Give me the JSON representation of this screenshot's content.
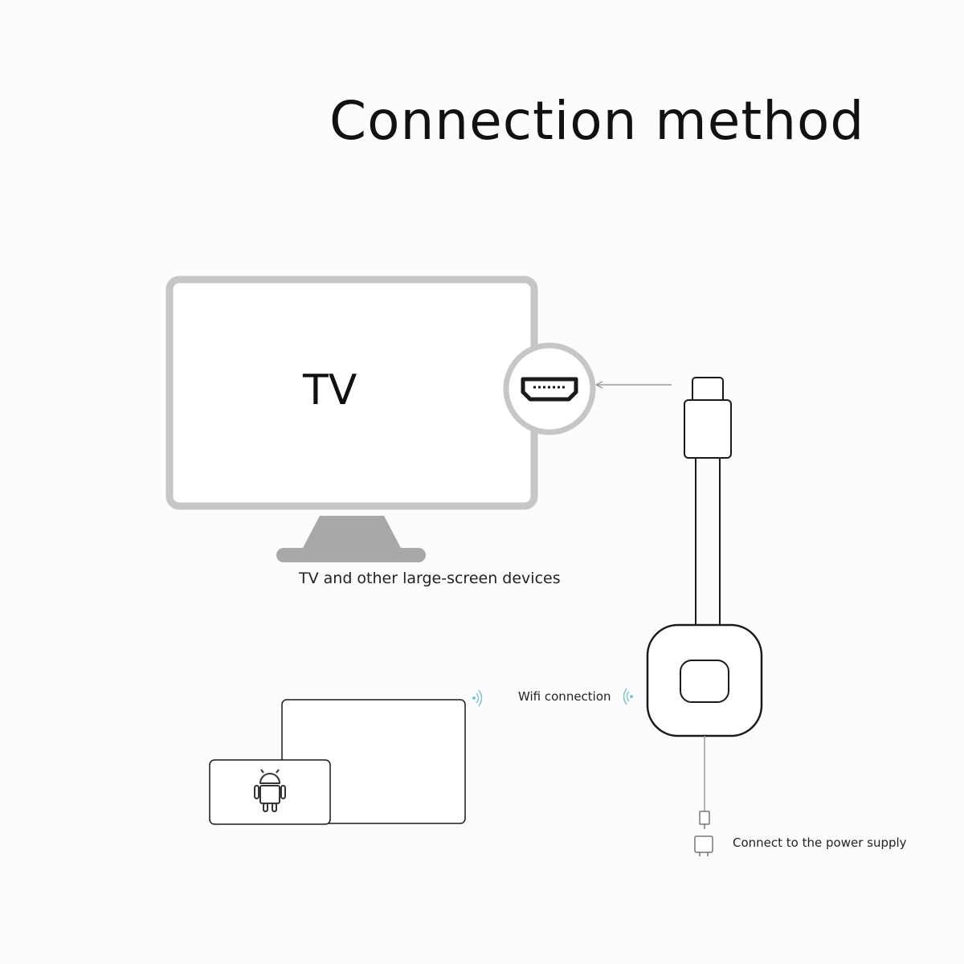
{
  "title": "Connection method",
  "tv": {
    "label": "TV",
    "caption": "TV and other large-screen devices"
  },
  "dongle": {
    "wifi_caption": "Wifi connection",
    "power_caption": "Connect to the power supply"
  },
  "colors": {
    "tv_frame": "#c6c6c6",
    "tv_stand": "#a8a8a8",
    "line": "#1a1a1a",
    "wifi_signal": "#7fc4cf"
  },
  "icons": [
    "hdmi-port-icon",
    "android-icon",
    "wifi-signal-icon",
    "usb-plug-icon",
    "power-adapter-icon"
  ]
}
